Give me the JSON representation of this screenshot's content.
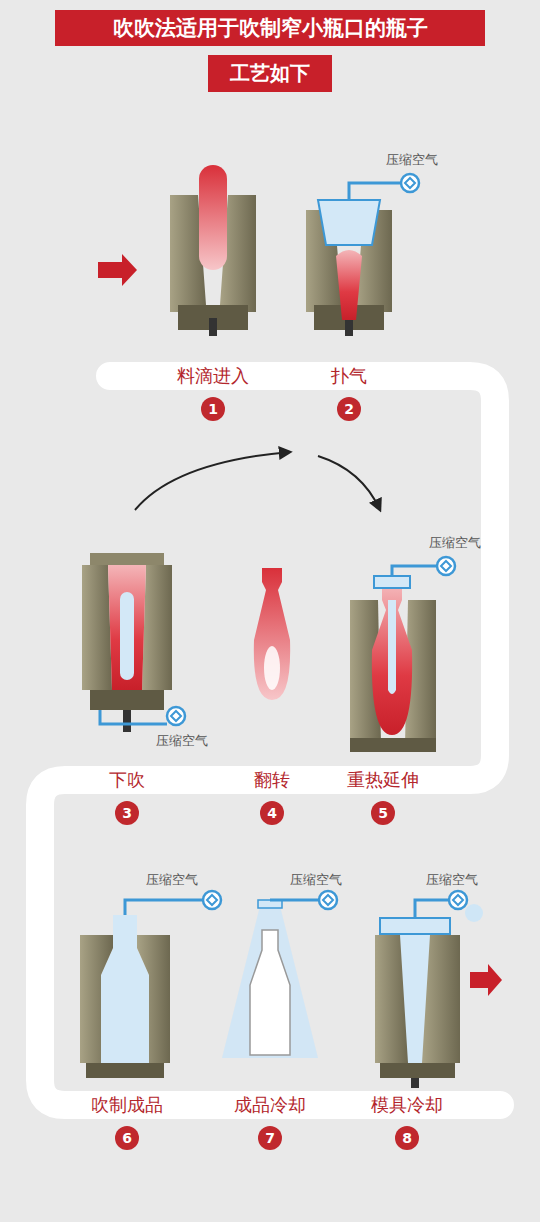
{
  "diagram": {
    "title": "吹吹法适用于吹制窄小瓶口的瓶子",
    "nodes": [
      {
        "text": [
          "工艺如下"
        ]
      },
      {
        "text": [
          "料滴进入",
          "1"
        ]
      },
      {
        "text": [
          "扑气",
          "2"
        ]
      },
      {
        "text": [
          "下吹",
          "3"
        ]
      },
      {
        "text": [
          "翻转",
          "4"
        ]
      },
      {
        "text": [
          "重热延伸",
          "5"
        ]
      },
      {
        "text": [
          "吹制成品",
          "6"
        ]
      },
      {
        "text": [
          "成品冷却",
          "7"
        ]
      },
      {
        "text": [
          "模具冷却",
          "8"
        ]
      }
    ],
    "labels": [
      "压缩空气",
      "压缩空气",
      "压缩空气",
      "压缩空气",
      "压缩空气",
      "压缩空气"
    ]
  }
}
